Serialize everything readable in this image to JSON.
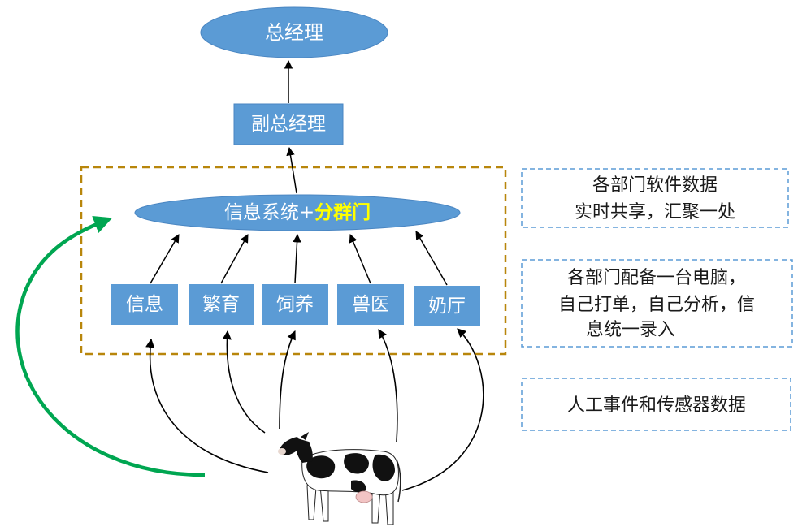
{
  "nodes": {
    "ceo": "总经理",
    "vp": "副总经理",
    "system_main": "信息系统+",
    "system_accent": "分群门",
    "departments": [
      "信息",
      "繁育",
      "饲养",
      "兽医",
      "奶厅"
    ]
  },
  "notes": {
    "shared": [
      "各部门软件数据",
      "实时共享，汇聚一处"
    ],
    "computers": [
      "各部门配备一台电脑，",
      "自己打单，自己分析，信",
      "息统一录入"
    ],
    "sources": [
      "人工事件和传感器数据"
    ]
  },
  "colors": {
    "node_fill": "#5b9bd5",
    "node_stroke": "#4a86c2",
    "accent_text": "#ffff00",
    "group_border": "#b8860b",
    "note_border": "#5b9bd5",
    "feedback_arrow": "#00a651",
    "arrow": "#000000"
  }
}
